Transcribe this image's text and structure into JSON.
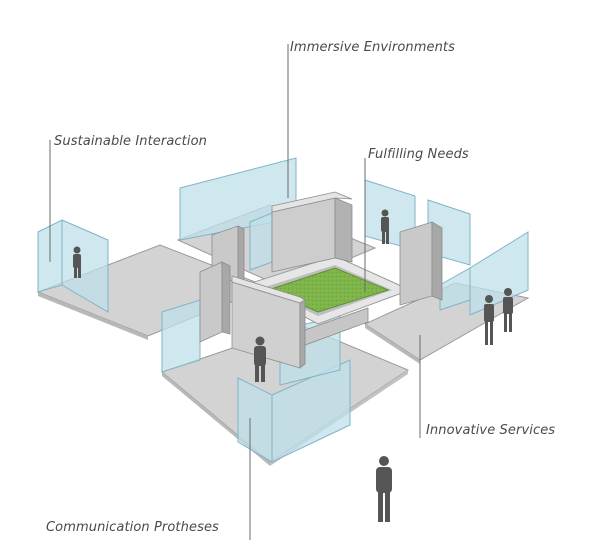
{
  "labels": {
    "immersive_environments": "Immersive Environments",
    "sustainable_interaction": "Sustainable Interaction",
    "fulfilling_needs": "Fulfilling Needs",
    "innovative_services": "Innovative Services",
    "communication_protheses": "Communication Protheses"
  },
  "colors": {
    "floor": "#d3d3d3",
    "floor_edge": "#9a9a9a",
    "wall": "#c6c6c6",
    "wall_dark": "#a9a9a9",
    "glass": "#bfe0ea",
    "glass_edge": "#7fb4c6",
    "grass": "#7db54a",
    "person": "#555555",
    "leader": "#6b6b6b"
  }
}
